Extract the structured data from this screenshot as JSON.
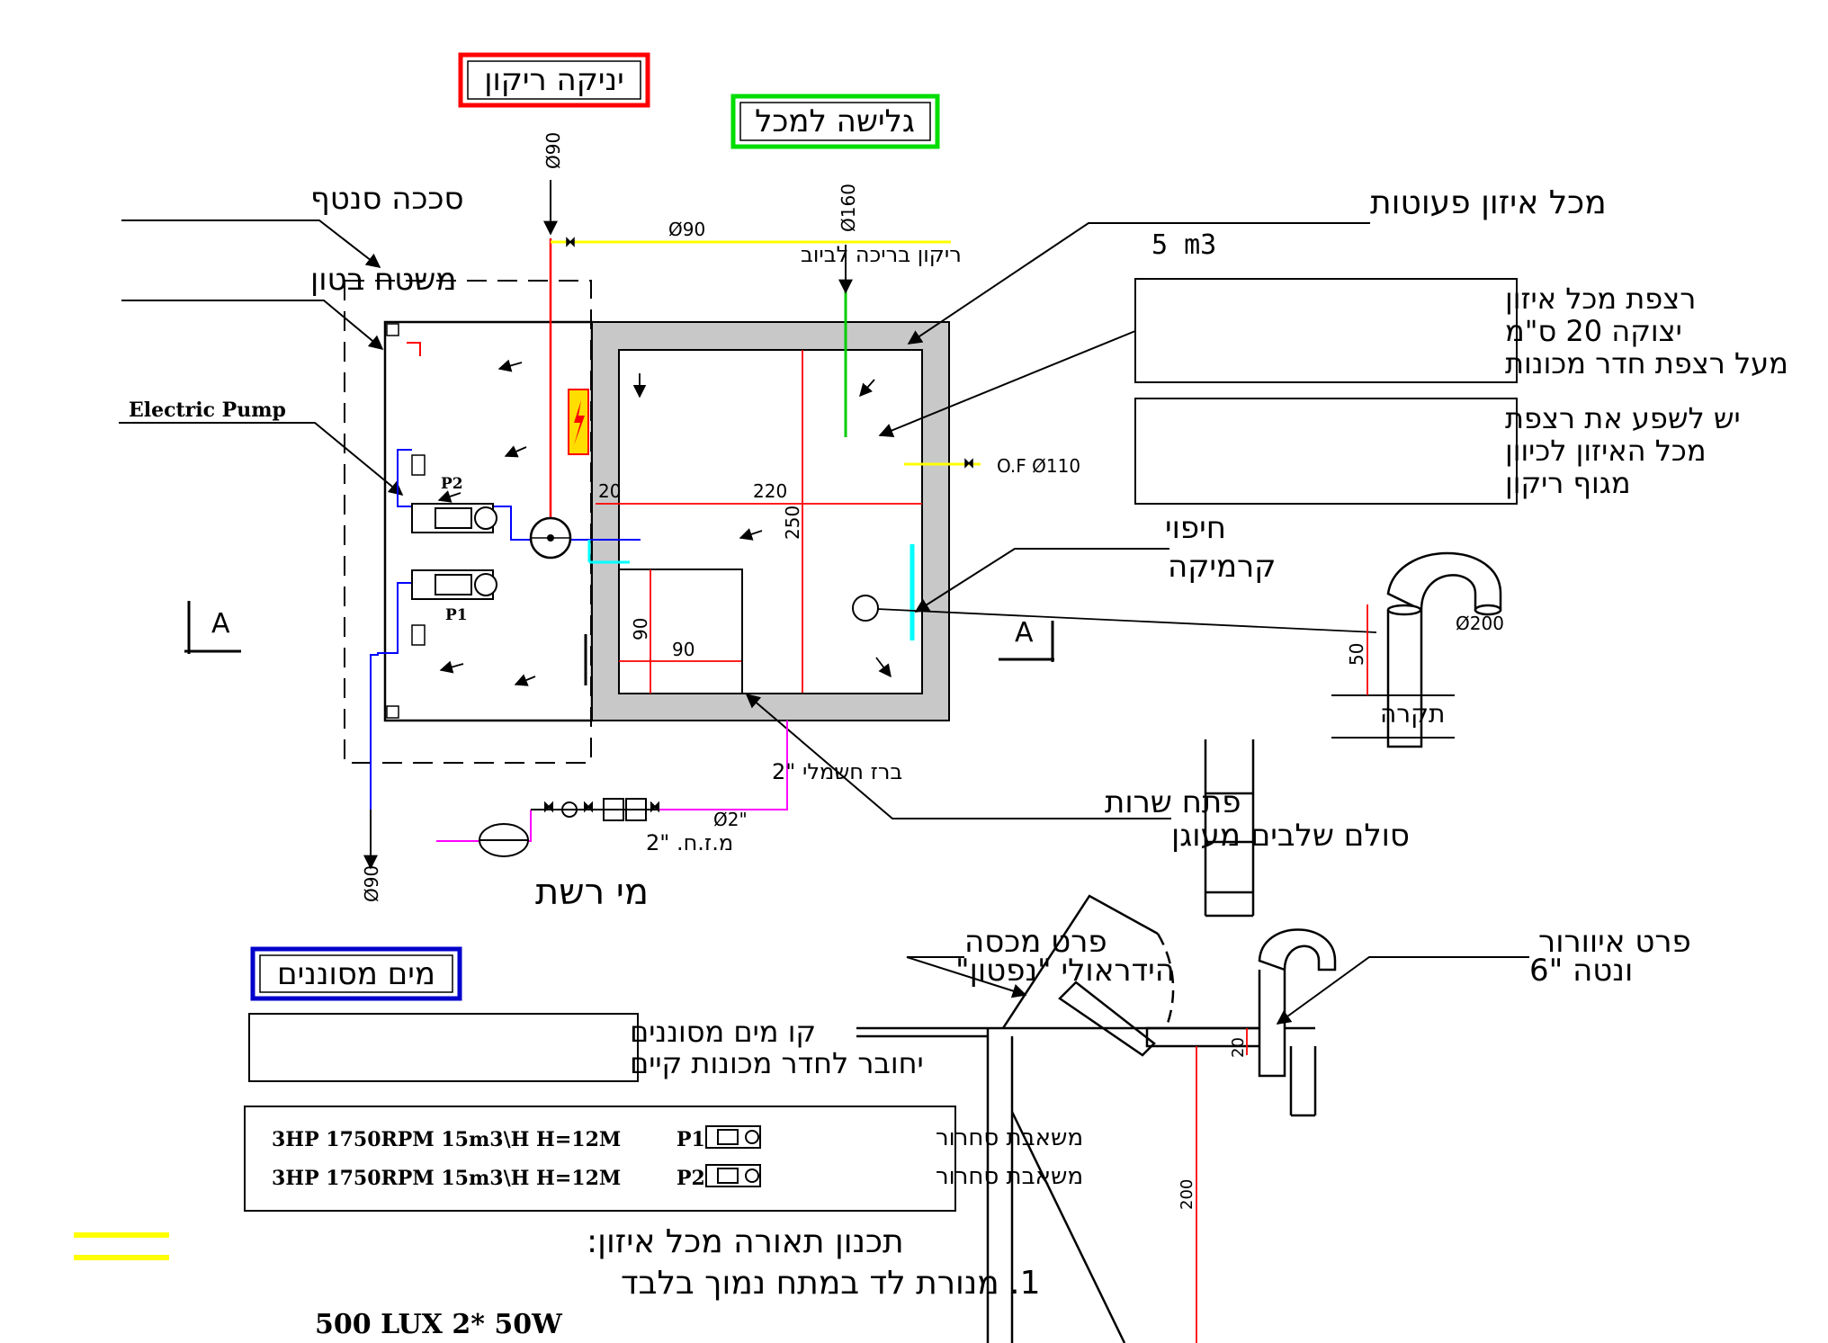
{
  "labels": {
    "suction": "יניקה ריקון",
    "overflow_to_tank": "גלישה למכל",
    "sump_grate": "סככה סנטף",
    "concrete_slab": "משטח בטון",
    "electric_pump": "Electric Pump",
    "tank_title": "מכל איזון פעוטות",
    "tank_volume": "5  m3",
    "floor_note_1": "רצפת מכל איזון",
    "floor_note_2": "יצוקה 20 ס\"מ",
    "floor_note_3": "מעל רצפת חדר מכונות",
    "slope_note_1": "יש לשפע את רצפת",
    "slope_note_2": "מכל האיזון לכיוון",
    "slope_note_3": "מגוף ריקון",
    "tile_1": "חיפוי",
    "tile_2": "קרמיקה",
    "ceiling": "תקרה",
    "access_1": "פתח שרות",
    "access_2": "סולם שלבים מעוגן",
    "tap": "ברז חשמלי \"2",
    "meter": "מ.ז.ח. \"2",
    "mains": "מי רשת",
    "cover_1": "פרט מכסה",
    "cover_2": "הידראולי \"נפטון\"",
    "vent_1": "פרט איוורור",
    "vent_2": "ונטה \"6",
    "filtered": "מים מסוננים",
    "filtered_note_1": "קו מים מסוננים",
    "filtered_note_2": "יחובר לחדר מכונות קיים",
    "drain_pool": "ריקון בריכה לביוב",
    "of_label": "O.F   Ø110",
    "p1": "P1",
    "p2": "P2",
    "section_a": "A",
    "light_1": "תכנון תאורה מכל איזון:",
    "light_2": "1. מנורת לד במתח נמוך בלבד",
    "light_3": "500  LUX  2*  50W"
  },
  "dimensions": {
    "d90_top": "Ø90",
    "d90_horiz": "Ø90",
    "d160": "Ø160",
    "d90_bottom": "Ø90",
    "d200": "Ø200",
    "d2in": "Ø2\"",
    "w20": "20",
    "w220": "220",
    "h250": "250",
    "w90": "90",
    "h90": "90",
    "h50": "50",
    "h20": "20",
    "h200": "200"
  },
  "pump_table": [
    {
      "spec": "3HP  1750RPM  15m3\\H  H=12M",
      "id": "P1",
      "desc": "משאבת סחרור"
    },
    {
      "spec": "3HP  1750RPM  15m3\\H  H=12M",
      "id": "P2",
      "desc": "משאבת סחרור"
    }
  ],
  "colors": {
    "suction_box": "#ff0000",
    "overflow_box": "#00dd00",
    "filtered_box": "#0000cc",
    "red_line": "#ff0000",
    "yellow_line": "#ffff00",
    "green_line": "#00cc00",
    "blue_line": "#0000ff",
    "magenta_line": "#ff00ff",
    "cyan_line": "#00ffff",
    "tank_wall": "#c8c8c8"
  }
}
